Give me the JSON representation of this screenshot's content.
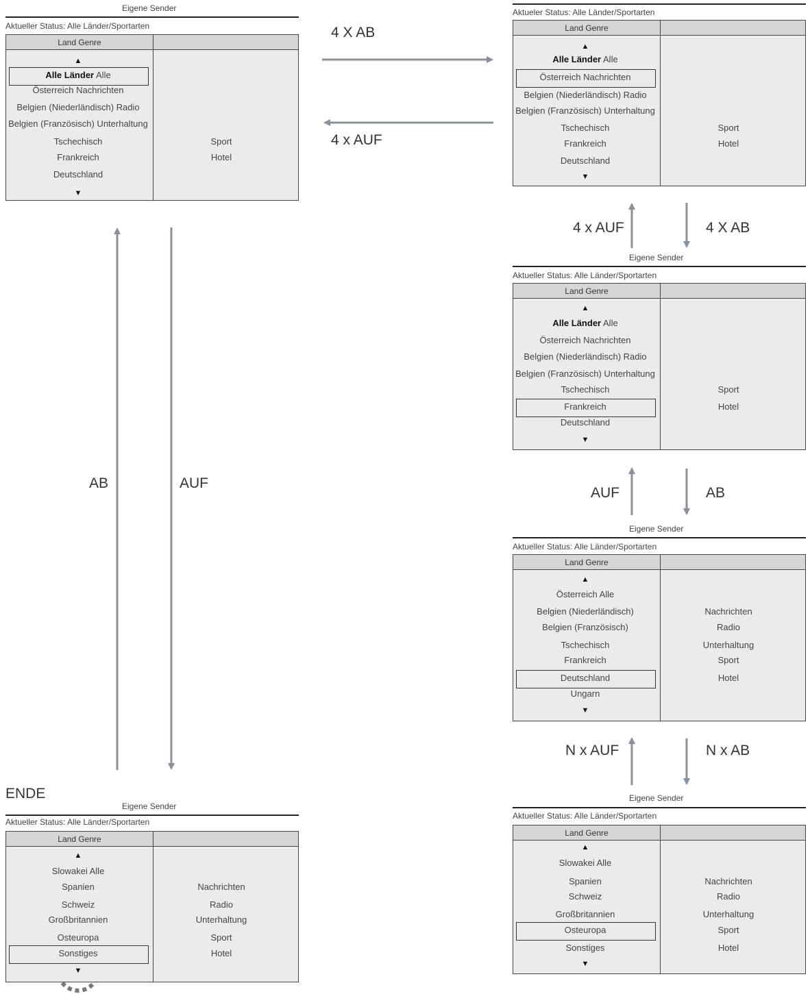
{
  "colors": {
    "arrow": "#8a8f9a",
    "panel_bg": "#ebebeb",
    "header_bg": "#d6d6d6",
    "frame": "#444444"
  },
  "screens": [
    {
      "id": "s1",
      "header": "Eigene Sender",
      "status": "Aktueller Status: Alle Länder/Sportarten",
      "col_header": "Land Genre",
      "items": [
        {
          "bold": "Alle Länder",
          "rest": " Alle"
        },
        {
          "bold": "",
          "rest": "Österreich Nachrichten"
        },
        {
          "bold": "",
          "rest": "Belgien (Niederländisch) Radio"
        },
        {
          "bold": "",
          "rest": "Belgien (Französisch) Unterhaltung"
        },
        {
          "bold": "",
          "rest": "Tschechisch"
        },
        {
          "bold": "",
          "rest": "Frankreich"
        },
        {
          "bold": "",
          "rest": "Deutschland"
        }
      ],
      "genres": [
        "Sport",
        "Hotel"
      ],
      "up_arrow": "▲",
      "down_arrow": "▼"
    },
    {
      "id": "s2",
      "header": "",
      "status": "Aktueler Status: Alle Länder/Sportarten",
      "col_header": "Land Genre",
      "items": [
        {
          "bold": "Alle Länder",
          "rest": " Alle"
        },
        {
          "bold": "",
          "rest": "Österreich Nachrichten"
        },
        {
          "bold": "",
          "rest": "Belgien (Niederländisch) Radio"
        },
        {
          "bold": "",
          "rest": "Belgien (Französisch) Unterhaltung"
        },
        {
          "bold": "",
          "rest": "Tschechisch"
        },
        {
          "bold": "",
          "rest": "Frankreich"
        },
        {
          "bold": "",
          "rest": "Deutschland"
        }
      ],
      "genres": [
        "Sport",
        "Hotel"
      ],
      "up_arrow": "▲",
      "down_arrow": "▼"
    },
    {
      "id": "s3",
      "header": "Eigene Sender",
      "status": "Aktueller Status: Alle Länder/Sportarten",
      "col_header": "Land Genre",
      "items": [
        {
          "bold": "Alle Länder",
          "rest": " Alle"
        },
        {
          "bold": "",
          "rest": "Österreich Nachrichten"
        },
        {
          "bold": "",
          "rest": "Belgien (Niederländisch) Radio"
        },
        {
          "bold": "",
          "rest": "Belgien (Französisch) Unterhaltung"
        },
        {
          "bold": "",
          "rest": "Tschechisch"
        },
        {
          "bold": "",
          "rest": "Frankreich"
        },
        {
          "bold": "",
          "rest": "Deutschland"
        }
      ],
      "genres": [
        "Sport",
        "Hotel"
      ],
      "up_arrow": "▲",
      "down_arrow": "▼"
    },
    {
      "id": "s4",
      "header": "Eigene Sender",
      "status": "Aktueller Status: Alle Länder/Sportarten",
      "col_header": "Land Genre",
      "items": [
        {
          "bold": "",
          "rest": "Österreich Alle"
        },
        {
          "bold": "",
          "rest": "Belgien (Niederländisch)"
        },
        {
          "bold": "",
          "rest": "Belgien (Französisch)"
        },
        {
          "bold": "",
          "rest": "Tschechisch"
        },
        {
          "bold": "",
          "rest": "Frankreich"
        },
        {
          "bold": "",
          "rest": "Deutschland"
        },
        {
          "bold": "",
          "rest": "Ungarn"
        }
      ],
      "genres": [
        "Nachrichten",
        "Radio",
        "Unterhaltung",
        "Sport",
        "Hotel"
      ],
      "up_arrow": "▲",
      "down_arrow": "▼"
    },
    {
      "id": "s5",
      "header": "Eigene Sender",
      "status": "Aktueller Status: Alle Länder/Sportarten",
      "col_header": "Land Genre",
      "items": [
        {
          "bold": "",
          "rest": "Slowakei Alle"
        },
        {
          "bold": "",
          "rest": "Spanien"
        },
        {
          "bold": "",
          "rest": "Schweiz"
        },
        {
          "bold": "",
          "rest": "Großbritannien"
        },
        {
          "bold": "",
          "rest": "Osteuropa"
        },
        {
          "bold": "",
          "rest": "Sonstiges"
        }
      ],
      "genres": [
        "Nachrichten",
        "Radio",
        "Unterhaltung",
        "Sport",
        "Hotel"
      ],
      "up_arrow": "▲",
      "down_arrow": "▼"
    },
    {
      "id": "s6",
      "header": "Eigene Sender",
      "status": "Aktueller Status: Alle Länder/Sportarten",
      "col_header": "Land Genre",
      "items": [
        {
          "bold": "",
          "rest": "Slowakei Alle"
        },
        {
          "bold": "",
          "rest": "Spanien"
        },
        {
          "bold": "",
          "rest": "Schweiz"
        },
        {
          "bold": "",
          "rest": "Großbritannien"
        },
        {
          "bold": "",
          "rest": "Osteuropa"
        },
        {
          "bold": "",
          "rest": "Sonstiges"
        }
      ],
      "genres": [
        "Nachrichten",
        "Radio",
        "Unterhaltung",
        "Sport",
        "Hotel"
      ],
      "up_arrow": "▲",
      "down_arrow": "▼"
    }
  ],
  "labels": {
    "top_right": "4 X AB",
    "top_left": "4 x AUF",
    "left_ab": "AB",
    "left_auf": "AUF",
    "r1_up": "4 x AUF",
    "r1_down": "4 X AB",
    "r2_up": "AUF",
    "r2_down": "AB",
    "r3_up": "N x AUF",
    "r3_down": "N x AB",
    "ende": "ENDE"
  }
}
